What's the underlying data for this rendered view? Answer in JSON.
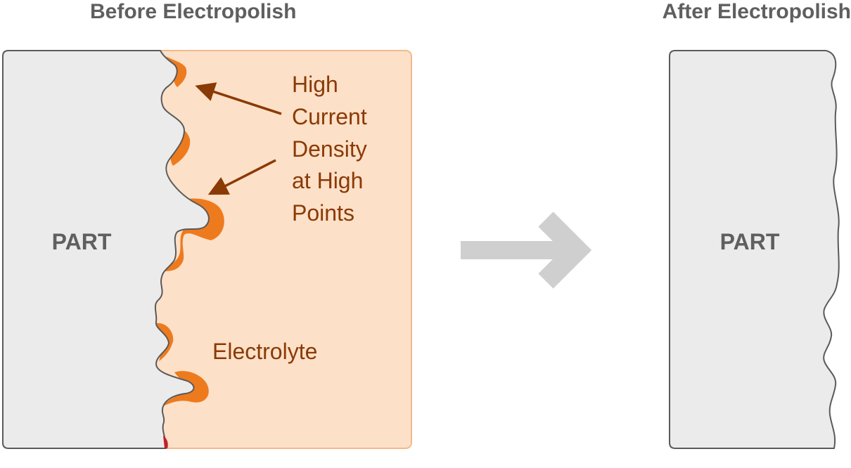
{
  "before": {
    "title": "Before Electropolish",
    "part_label": "PART",
    "callout_lines": [
      "High",
      "Current",
      "Density",
      "at High",
      "Points"
    ],
    "electrolyte_label": "Electrolyte"
  },
  "after": {
    "title": "After Electropolish",
    "part_label": "PART"
  },
  "colors": {
    "part_fill": "#ebebeb",
    "part_outline": "#5a5a5a",
    "electrolyte_fill": "#fde0c8",
    "electrolyte_border": "#f3b98a",
    "hotspot": "#ee7a1e",
    "callout": "#8a3a05",
    "arrow": "#cfcfcf"
  },
  "icons": {
    "transition": "right-arrow-icon",
    "callout_arrows": "pointer-arrow-icon"
  }
}
